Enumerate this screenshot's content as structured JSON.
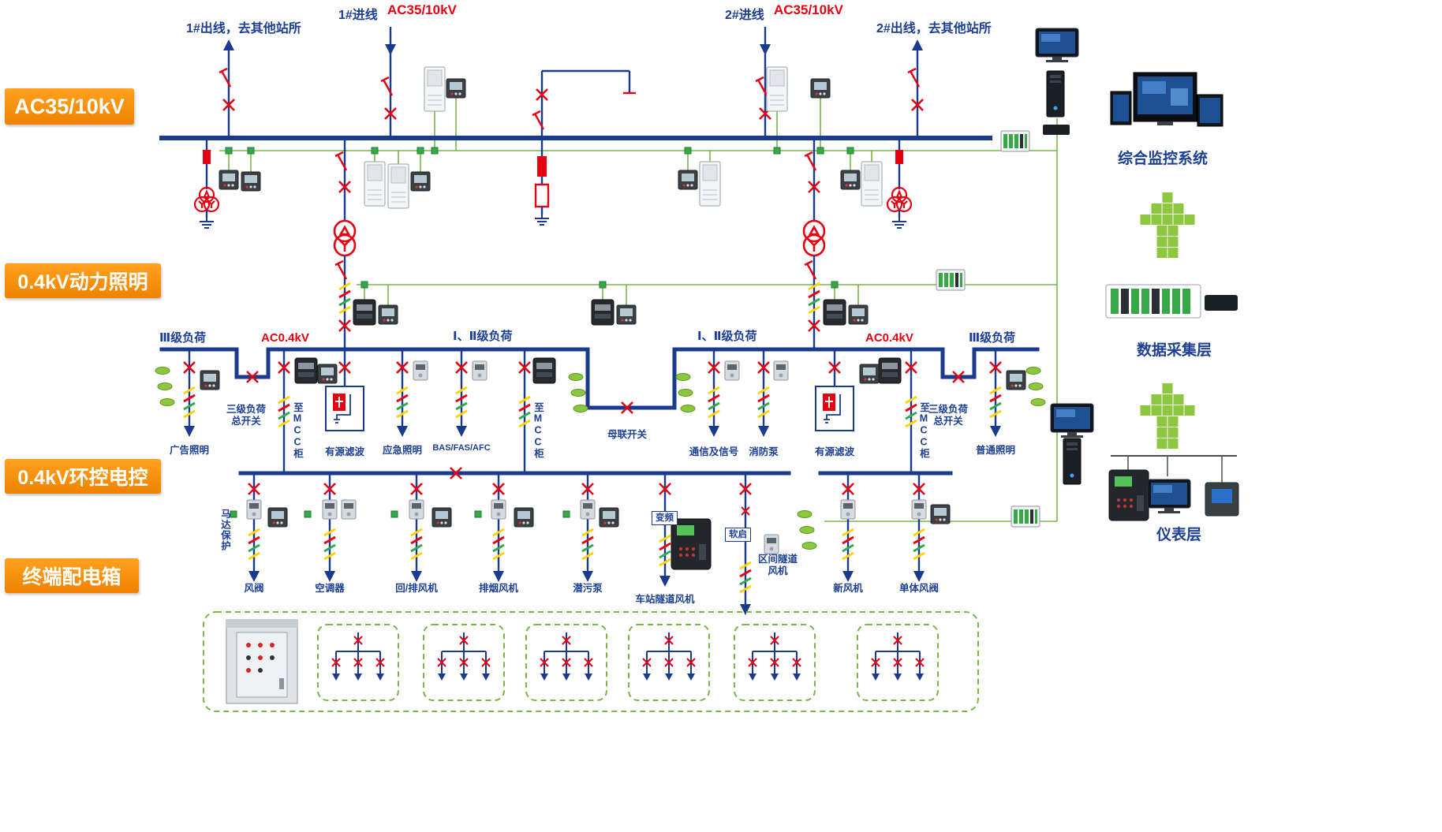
{
  "sections": {
    "s1": "AC35/10kV",
    "s2": "0.4kV动力照明",
    "s3": "0.4kV环控电控",
    "s4": "终端配电箱"
  },
  "top": {
    "out1": "1#出线，去其他站所",
    "in1": "1#进线",
    "in1v": "AC35/10kV",
    "in2": "2#进线",
    "in2v": "AC35/10kV",
    "out2": "2#出线，去其他站所"
  },
  "right_panel": {
    "scada": "综合监控系统",
    "daq": "数据采集层",
    "meters": "仪表层"
  },
  "bus": {
    "l3a": "Ⅲ级负荷",
    "ac04a": "AC0.4kV",
    "l12a": "Ⅰ、Ⅱ级负荷",
    "l12b": "Ⅰ、Ⅱ级负荷",
    "ac04b": "AC0.4kV",
    "l3b": "Ⅲ级负荷",
    "tie": "母联开关"
  },
  "power_feeders": {
    "ad": "广告照明",
    "l3swa": "三级负荷总开关",
    "mcc1": "至MCC柜",
    "filta": "有源滤波",
    "emer": "应急照明",
    "bas": "BAS/FAS/AFC",
    "mcc2": "至MCC柜",
    "comm": "通信及信号",
    "fire": "消防泵",
    "filtb": "有源滤波",
    "mcc3": "至MCC柜",
    "l3swb": "三级负荷总开关",
    "norm": "普通照明"
  },
  "env_feeders": {
    "motor": "马达保护",
    "valve": "风阀",
    "ac": "空调器",
    "ret": "回/排风机",
    "smoke": "排烟风机",
    "sewage": "潜污泵",
    "station": "车站隧道风机",
    "vfd": "变频",
    "soft": "软启",
    "section": "区间隧道风机",
    "fresh": "新风机",
    "single": "单体风阀"
  }
}
